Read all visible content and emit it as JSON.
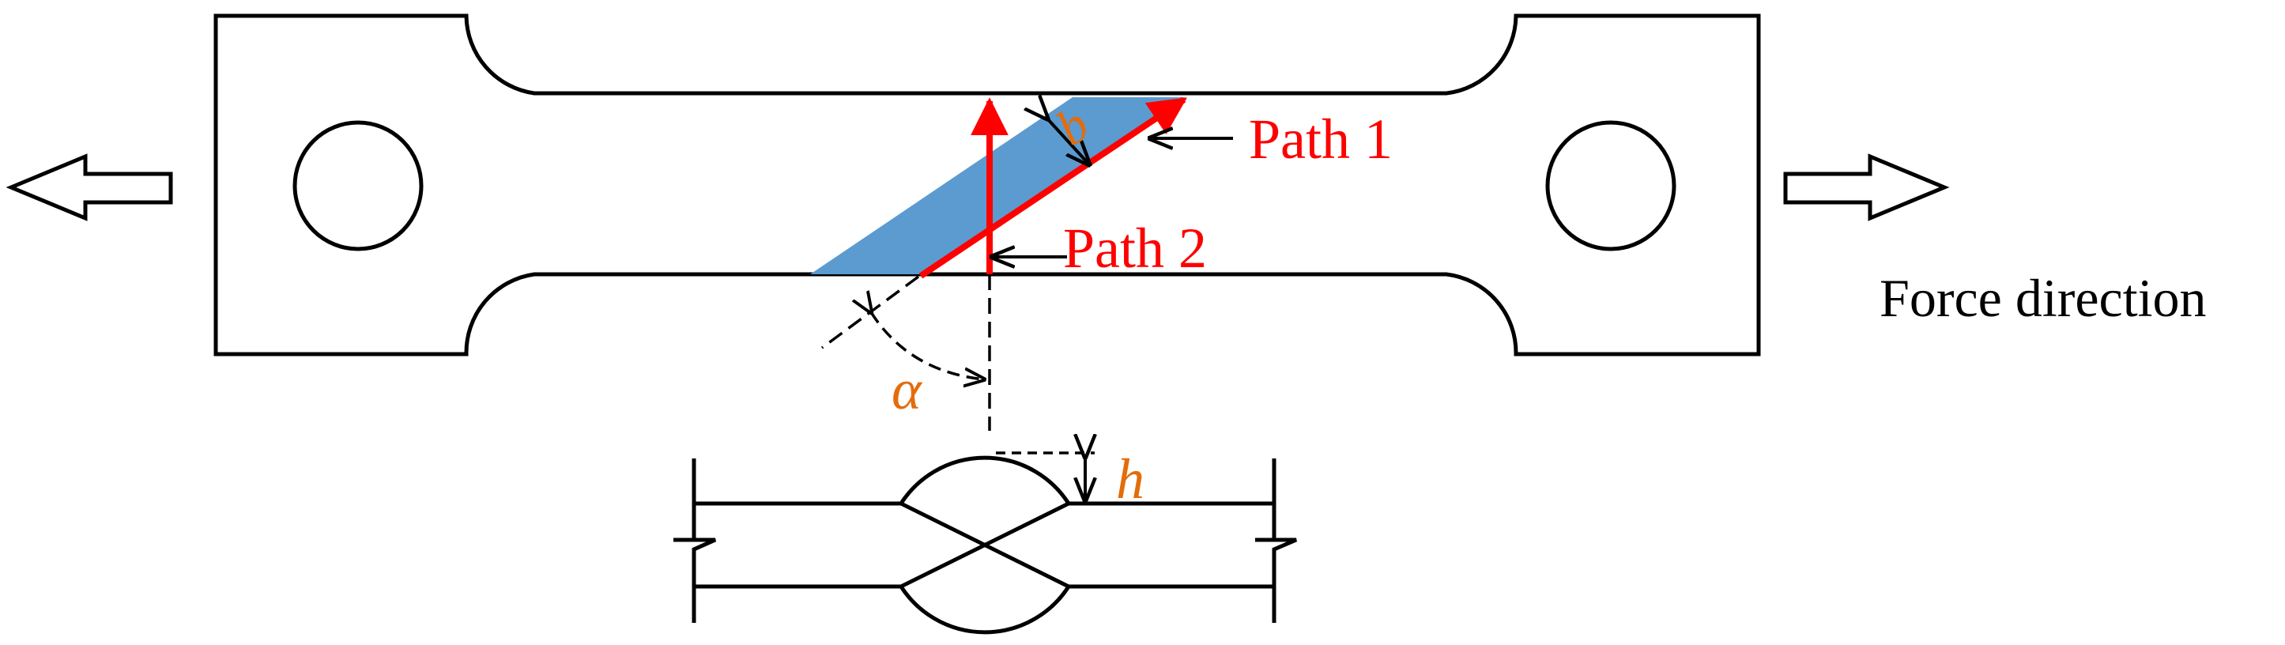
{
  "labels": {
    "path1": "Path 1",
    "path2": "Path 2",
    "force": "Force direction",
    "b": "b",
    "alpha": "α",
    "h": "h"
  },
  "colors": {
    "path": "#ff0000",
    "weld_band": "#5b9bd0",
    "symbol": "#e46c0a",
    "outline": "#000000"
  }
}
